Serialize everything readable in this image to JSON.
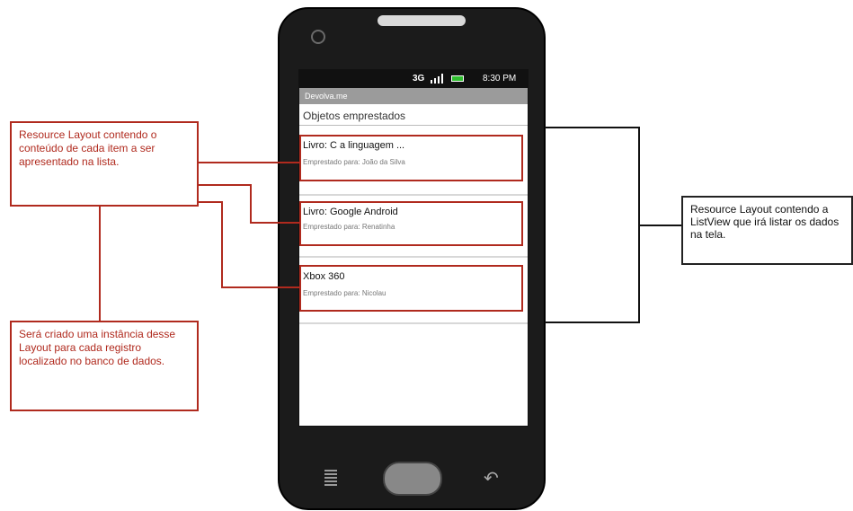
{
  "status_bar": {
    "network": "3G",
    "time": "8:30 PM"
  },
  "app": {
    "title": "Devolva.me",
    "subtitle": "Objetos emprestados",
    "items": [
      {
        "title": "Livro: C a linguagem ...",
        "subtitle": "Emprestado para: João da Silva"
      },
      {
        "title": "Livro: Google Android",
        "subtitle": "Emprestado para: Renatinha"
      },
      {
        "title": "Xbox 360",
        "subtitle": "Emprestado para: Nicolau"
      }
    ]
  },
  "annotations": {
    "item_layout": "Resource Layout contendo o conteúdo de cada item a ser apresentado na lista.",
    "instance_note": "Será criado uma instância desse Layout para cada registro localizado no banco de dados.",
    "listview_layout": "Resource Layout contendo a ListView que irá listar os dados na tela."
  },
  "colors": {
    "annotation_red": "#b02a1e",
    "status_battery": "#2fbf2f",
    "appbar": "#9b9b9b"
  }
}
